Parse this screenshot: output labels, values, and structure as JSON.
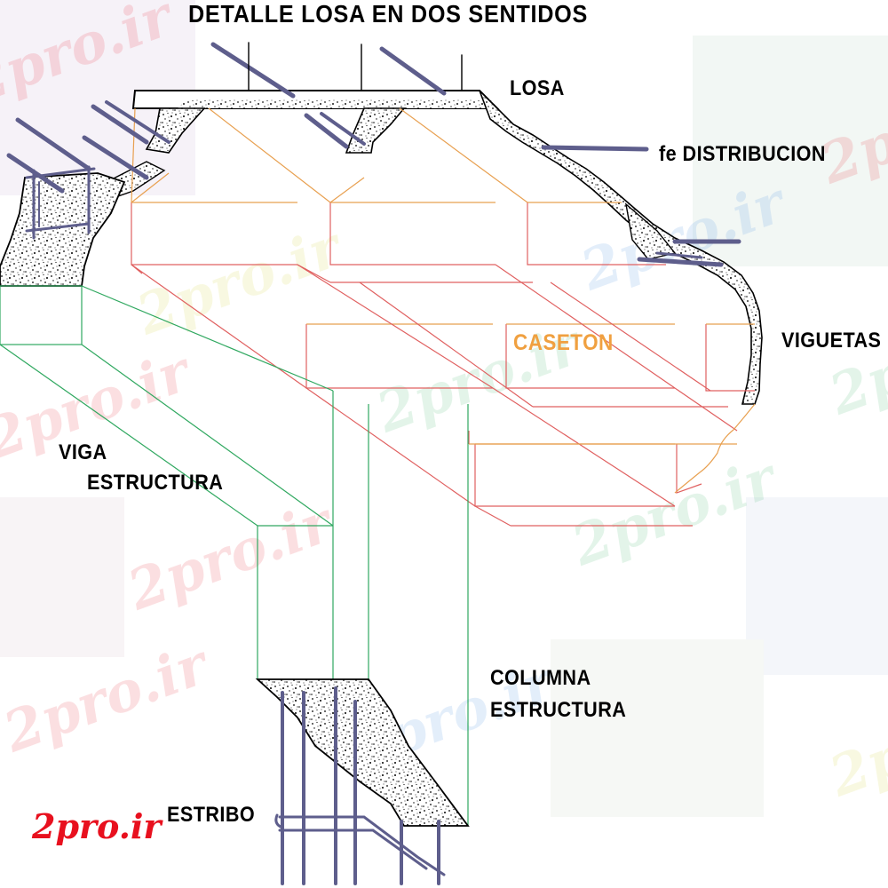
{
  "title": "DETALLE LOSA EN DOS SENTIDOS",
  "labels": {
    "losa": "LOSA",
    "fe_distribucion": "fe DISTRIBUCION",
    "caseton": "CASETON",
    "viguetas": "VIGUETAS",
    "viga_line1": "VIGA",
    "viga_line2": "ESTRUCTURA",
    "columna_line1": "COLUMNA",
    "columna_line2": "ESTRUCTURA",
    "estribo": "ESTRIBO"
  },
  "watermark": {
    "text": "2pro.ir",
    "logo_text": "2pro.ir",
    "logo_color": "#e8101e"
  },
  "colors": {
    "concrete_outline": "#000000",
    "rebar": "#5e5e8c",
    "caseton_edge_top": "#e8a050",
    "caseton_edge_side": "#e06060",
    "column_outline": "#30a860",
    "beam_outline": "#30a860",
    "caseton_label": "#f0a040"
  }
}
